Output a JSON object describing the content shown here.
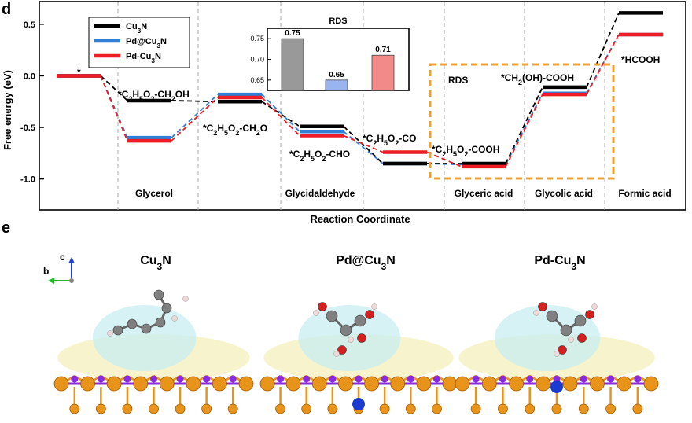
{
  "panel_d": {
    "letter": "d",
    "ylabel": "Free energy (eV)",
    "xlabel": "Reaction Coordinate",
    "ylim": [
      -1.3,
      0.72
    ],
    "yticks": [
      0.5,
      0.0,
      -0.5,
      -1.0
    ],
    "ytick_labels": [
      "0.5",
      "0.0",
      "-0.5",
      "-1.0"
    ],
    "regions": [
      "Glycerol",
      "Glycidaldehyde",
      "Glyceric acid",
      "Glycolic acid",
      "Formic acid"
    ],
    "rds_box_label": "RDS",
    "colors": {
      "Cu3N": "#000000",
      "Pd@Cu3N": "#2f7fd6",
      "Pd-Cu3N": "#ee1c25",
      "rds_box": "#f0a030",
      "divider": "#aaaaaa"
    }
  },
  "legend": [
    {
      "key": "Cu3N",
      "base": "Cu",
      "sub": "3",
      "tail": "N"
    },
    {
      "key": "Pd@Cu3N",
      "base": "Pd@Cu",
      "sub": "3",
      "tail": "N"
    },
    {
      "key": "Pd-Cu3N",
      "base": "Pd-Cu",
      "sub": "3",
      "tail": "N"
    }
  ],
  "species": [
    {
      "parts": [
        [
          "*",
          ""
        ]
      ]
    },
    {
      "parts": [
        [
          "*C",
          ""
        ],
        [
          "2",
          "sub"
        ],
        [
          "H",
          ""
        ],
        [
          "5",
          "sub"
        ],
        [
          "O",
          ""
        ],
        [
          "2",
          "sub"
        ],
        [
          "-CH",
          ""
        ],
        [
          "2",
          "sub"
        ],
        [
          "OH",
          ""
        ]
      ]
    },
    {
      "parts": [
        [
          "*C",
          ""
        ],
        [
          "2",
          "sub"
        ],
        [
          "H",
          ""
        ],
        [
          "5",
          "sub"
        ],
        [
          "O",
          ""
        ],
        [
          "2",
          "sub"
        ],
        [
          "-CH",
          ""
        ],
        [
          "2",
          "sub"
        ],
        [
          "O",
          ""
        ]
      ]
    },
    {
      "parts": [
        [
          "*C",
          ""
        ],
        [
          "2",
          "sub"
        ],
        [
          "H",
          ""
        ],
        [
          "5",
          "sub"
        ],
        [
          "O",
          ""
        ],
        [
          "2",
          "sub"
        ],
        [
          "-CHO",
          ""
        ]
      ]
    },
    {
      "parts": [
        [
          "*C",
          ""
        ],
        [
          "2",
          "sub"
        ],
        [
          "H",
          ""
        ],
        [
          "5",
          "sub"
        ],
        [
          "O",
          ""
        ],
        [
          "2",
          "sub"
        ],
        [
          "-CO",
          ""
        ]
      ]
    },
    {
      "parts": [
        [
          "*C",
          ""
        ],
        [
          "2",
          "sub"
        ],
        [
          "H",
          ""
        ],
        [
          "5",
          "sub"
        ],
        [
          "O",
          ""
        ],
        [
          "2",
          "sub"
        ],
        [
          "-COOH",
          ""
        ]
      ]
    },
    {
      "parts": [
        [
          "*CH",
          ""
        ],
        [
          "2",
          "sub"
        ],
        [
          "(OH)-COOH",
          ""
        ]
      ]
    },
    {
      "parts": [
        [
          "*HCOOH",
          ""
        ]
      ]
    }
  ],
  "chart_data": {
    "type": "line",
    "xlabel": "Reaction Coordinate",
    "ylabel": "Free energy (eV)",
    "ylim": [
      -1.3,
      0.72
    ],
    "steps": 8,
    "series": [
      {
        "name": "Cu3N",
        "values": [
          0.0,
          -0.24,
          -0.25,
          -0.49,
          -0.85,
          -0.85,
          -0.11,
          0.61
        ]
      },
      {
        "name": "Pd@Cu3N",
        "values": [
          0.0,
          -0.6,
          -0.18,
          -0.54,
          -0.85,
          -0.86,
          -0.17,
          0.4
        ]
      },
      {
        "name": "Pd-Cu3N",
        "values": [
          0.0,
          -0.63,
          -0.21,
          -0.58,
          -0.74,
          -0.88,
          -0.18,
          0.4
        ]
      }
    ],
    "inset": {
      "type": "bar",
      "title": "RDS",
      "categories": [
        "Cu3N",
        "Pd@Cu3N",
        "Pd-Cu3N"
      ],
      "values": [
        0.75,
        0.65,
        0.71
      ],
      "value_labels": [
        "0.75",
        "0.65",
        "0.71"
      ],
      "ylim": [
        0.625,
        0.775
      ],
      "yticks": [
        0.65,
        0.7,
        0.75
      ],
      "ytick_labels": [
        "0.65",
        "0.70",
        "0.75"
      ],
      "colors": [
        "#999999",
        "#9ab4f0",
        "#f28a8a"
      ]
    }
  },
  "panel_e": {
    "letter": "e",
    "titles": [
      {
        "base": "Cu",
        "sub": "3",
        "tail": "N"
      },
      {
        "base": "Pd@Cu",
        "sub": "3",
        "tail": "N"
      },
      {
        "base": "Pd-Cu",
        "sub": "3",
        "tail": "N"
      }
    ],
    "axes": {
      "c": "c",
      "b": "b"
    },
    "colors": {
      "cu": "#e8941a",
      "n": "#8a2be2",
      "c": "#808080",
      "o": "#d62020",
      "h": "#f0d8d8",
      "pd": "#1a3ad0",
      "iso_yellow": "#f6f3c8",
      "iso_cyan": "#c8eef0"
    }
  }
}
